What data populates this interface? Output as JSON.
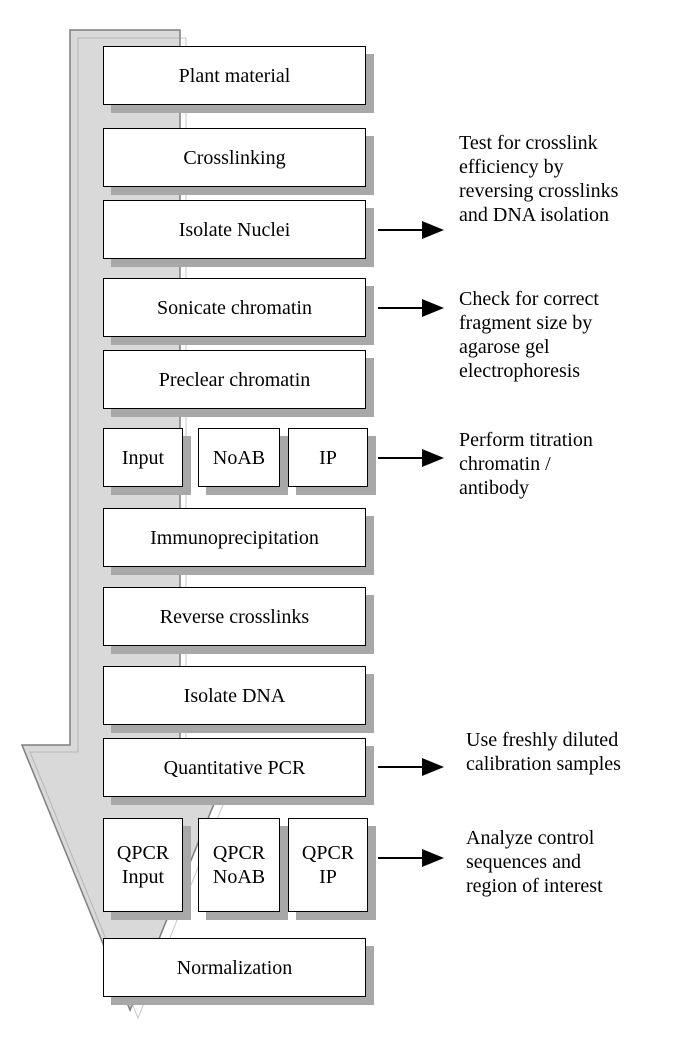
{
  "steps": {
    "plant_material": "Plant material",
    "crosslinking": "Crosslinking",
    "isolate_nuclei": "Isolate Nuclei",
    "sonicate_chromatin": "Sonicate chromatin",
    "preclear_chromatin": "Preclear chromatin",
    "input": "Input",
    "noab": "NoAB",
    "ip": "IP",
    "immunoprecipitation": "Immunoprecipitation",
    "reverse_crosslinks": "Reverse crosslinks",
    "isolate_dna": "Isolate DNA",
    "quantitative_pcr": "Quantitative PCR",
    "qpcr_input": [
      "QPCR",
      "Input"
    ],
    "qpcr_noab": [
      "QPCR",
      "NoAB"
    ],
    "qpcr_ip": [
      "QPCR",
      "IP"
    ],
    "normalization": "Normalization"
  },
  "notes": {
    "crosslink_test": [
      "Test for crosslink",
      "efficiency by",
      "reversing crosslinks",
      "and DNA isolation"
    ],
    "fragment_check": [
      "Check for correct",
      "fragment size by",
      "agarose gel",
      "electrophoresis"
    ],
    "titration": [
      "Perform titration",
      "chromatin /",
      "antibody"
    ],
    "calibration": [
      "Use freshly diluted",
      "calibration samples"
    ],
    "analyze": [
      "Analyze control",
      "sequences and",
      "region of interest"
    ]
  },
  "colors": {
    "flow_fill": "#d9d9d9",
    "flow_outline": "#7f7f7f",
    "box_shadow": "#a8a8a8"
  }
}
